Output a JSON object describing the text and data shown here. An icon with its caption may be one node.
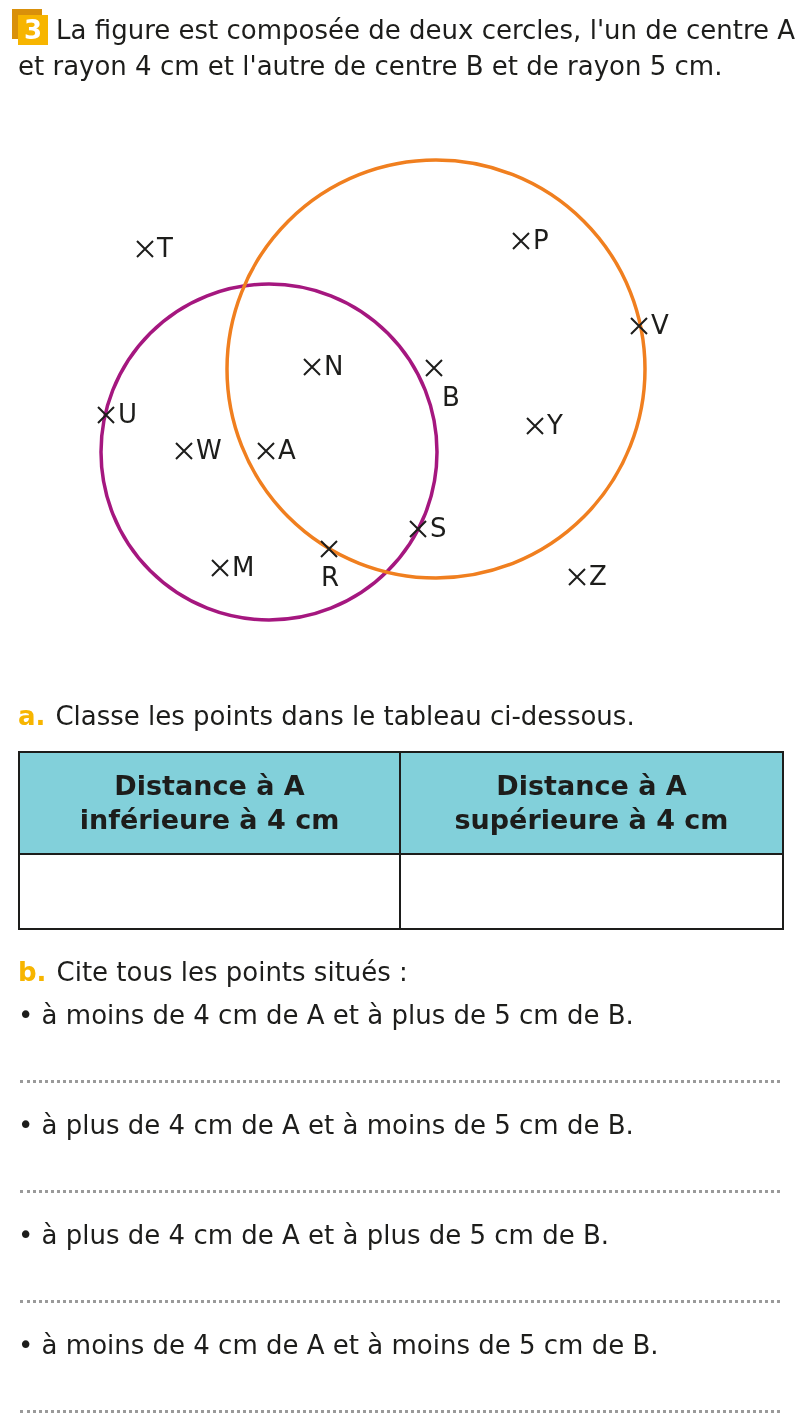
{
  "diagram": {
    "labels": [
      "3",
      "La figure est composée de deux cercles, l'un de centre A et rayon 4 cm et l'autre de centre B et de rayon 5 cm.",
      "T",
      "P",
      "V",
      "N",
      "B",
      "U",
      "Y",
      "W",
      "A",
      "S",
      "M",
      "R",
      "Z",
      "a.",
      "Classe les points dans le tableau ci-dessous.",
      "Distance à A inférieure à 4 cm",
      "Distance à A supérieure à 4 cm",
      "b.",
      "Cite tous les points situés :",
      "• à moins de 4 cm de A et à plus de 5 cm de B.",
      "• à plus de 4 cm de A et à moins de 5 cm de B.",
      "• à plus de 4 cm de A et à plus de 5 cm de B.",
      "• à moins de 4 cm de A et à moins de 5 cm de B."
    ]
  }
}
